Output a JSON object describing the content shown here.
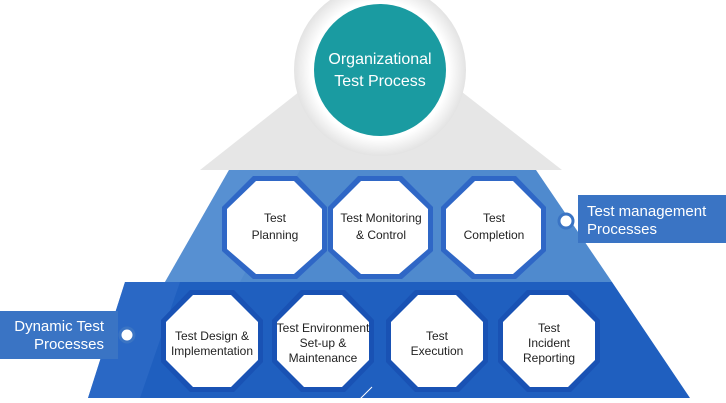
{
  "top": {
    "title_line1": "Organizational",
    "title_line2": "Test Process"
  },
  "management": {
    "label_line1": "Test management",
    "label_line2": "Processes",
    "items": [
      {
        "line1": "Test",
        "line2": "Planning"
      },
      {
        "line1": "Test Monitoring",
        "line2": "& Control"
      },
      {
        "line1": "Test",
        "line2": "Completion"
      }
    ]
  },
  "dynamic": {
    "label_line1": "Dynamic Test",
    "label_line2": "Processes",
    "items": [
      {
        "line1": "Test Design &",
        "line2": "Implementation",
        "line3": ""
      },
      {
        "line1": "Test Environment",
        "line2": "Set-up &",
        "line3": "Maintenance"
      },
      {
        "line1": "Test",
        "line2": "Execution",
        "line3": ""
      },
      {
        "line1": "Test",
        "line2": "Incident",
        "line3": "Reporting"
      }
    ]
  },
  "colors": {
    "top_tier": "#e6e6e6",
    "top_circle": "#1a9ba1",
    "middle_tier": "#4a86c8",
    "bottom_tier": "#1f5fbf",
    "label_box": "#3a74c4"
  }
}
